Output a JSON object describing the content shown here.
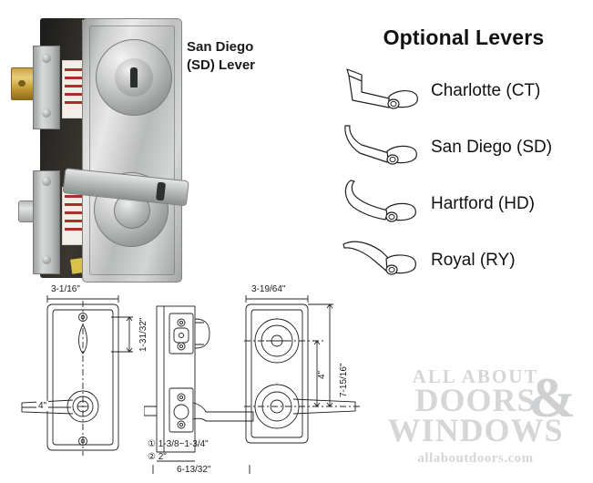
{
  "product_photo": {
    "alt_name": "mortise-lock-with-deadbolt-and-san-diego-lever",
    "finish_color": "#bfc1c0",
    "body_color": "#2e2c28",
    "bolt_color": "#d7b54f"
  },
  "sd_callout": {
    "line1": "San Diego",
    "line2": "(SD) Lever"
  },
  "optional_levers": {
    "title": "Optional Levers",
    "items": [
      {
        "name": "Charlotte (CT)",
        "code": "CT",
        "icon": "lever-charlotte-icon"
      },
      {
        "name": "San Diego (SD)",
        "code": "SD",
        "icon": "lever-san-diego-icon"
      },
      {
        "name": "Hartford (HD)",
        "code": "HD",
        "icon": "lever-hartford-icon"
      },
      {
        "name": "Royal (RY)",
        "code": "RY",
        "icon": "lever-royal-icon"
      }
    ]
  },
  "dimensions": {
    "front_view": {
      "width": "3-1/16\"",
      "keyhole_offset": "1-31/32\"",
      "lever_length": "4\""
    },
    "edge_view": {
      "note_1": "① 1-3/8~1-3/4\"",
      "note_2": "② 2\"",
      "overall_height": "6-13/32\""
    },
    "side_view": {
      "width": "3-19/64\"",
      "lever_to_center": "4\"",
      "overall": "7-15/16\""
    }
  },
  "watermark": {
    "line1": "ALL ABOUT",
    "line2": "DOORS",
    "line3": "WINDOWS",
    "ampersand": "&",
    "url": "allaboutdoors.com",
    "color": "#d5d6d7"
  }
}
